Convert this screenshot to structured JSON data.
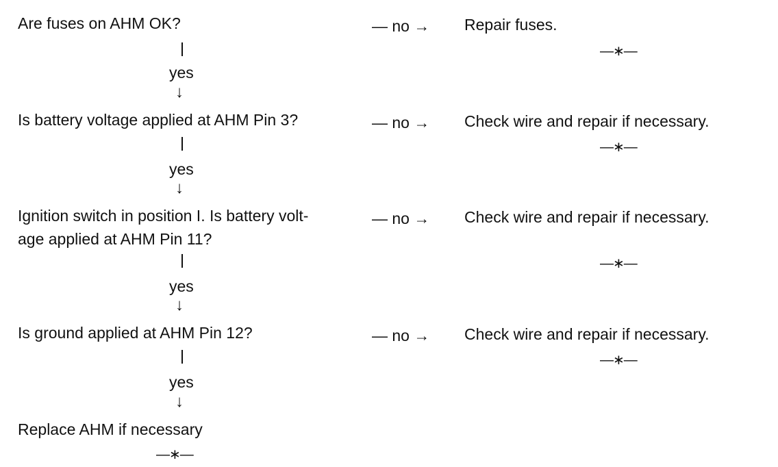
{
  "steps": [
    {
      "question": "Are fuses on AHM OK?",
      "no_label": "— no →",
      "action": "Repair fuses.",
      "end_mark": "—∗—",
      "yes_label": "yes",
      "down_arrow": "↓"
    },
    {
      "question": "Is battery voltage applied at AHM Pin 3?",
      "no_label": "— no →",
      "action": "Check wire and repair if necessary.",
      "end_mark": "—∗—",
      "yes_label": "yes",
      "down_arrow": "↓"
    },
    {
      "question_line1": "Ignition switch in position I. Is battery volt-",
      "question_line2": "age applied at AHM Pin 11?",
      "no_label": "— no →",
      "action": "Check wire and repair if necessary.",
      "end_mark": "—∗—",
      "yes_label": "yes",
      "down_arrow": "↓"
    },
    {
      "question": "Is ground applied at AHM Pin 12?",
      "no_label": "— no →",
      "action": "Check wire and repair if necessary.",
      "end_mark": "—∗—",
      "yes_label": "yes",
      "down_arrow": "↓"
    }
  ],
  "final": {
    "action": "Replace AHM if necessary",
    "end_mark": "—∗—"
  }
}
